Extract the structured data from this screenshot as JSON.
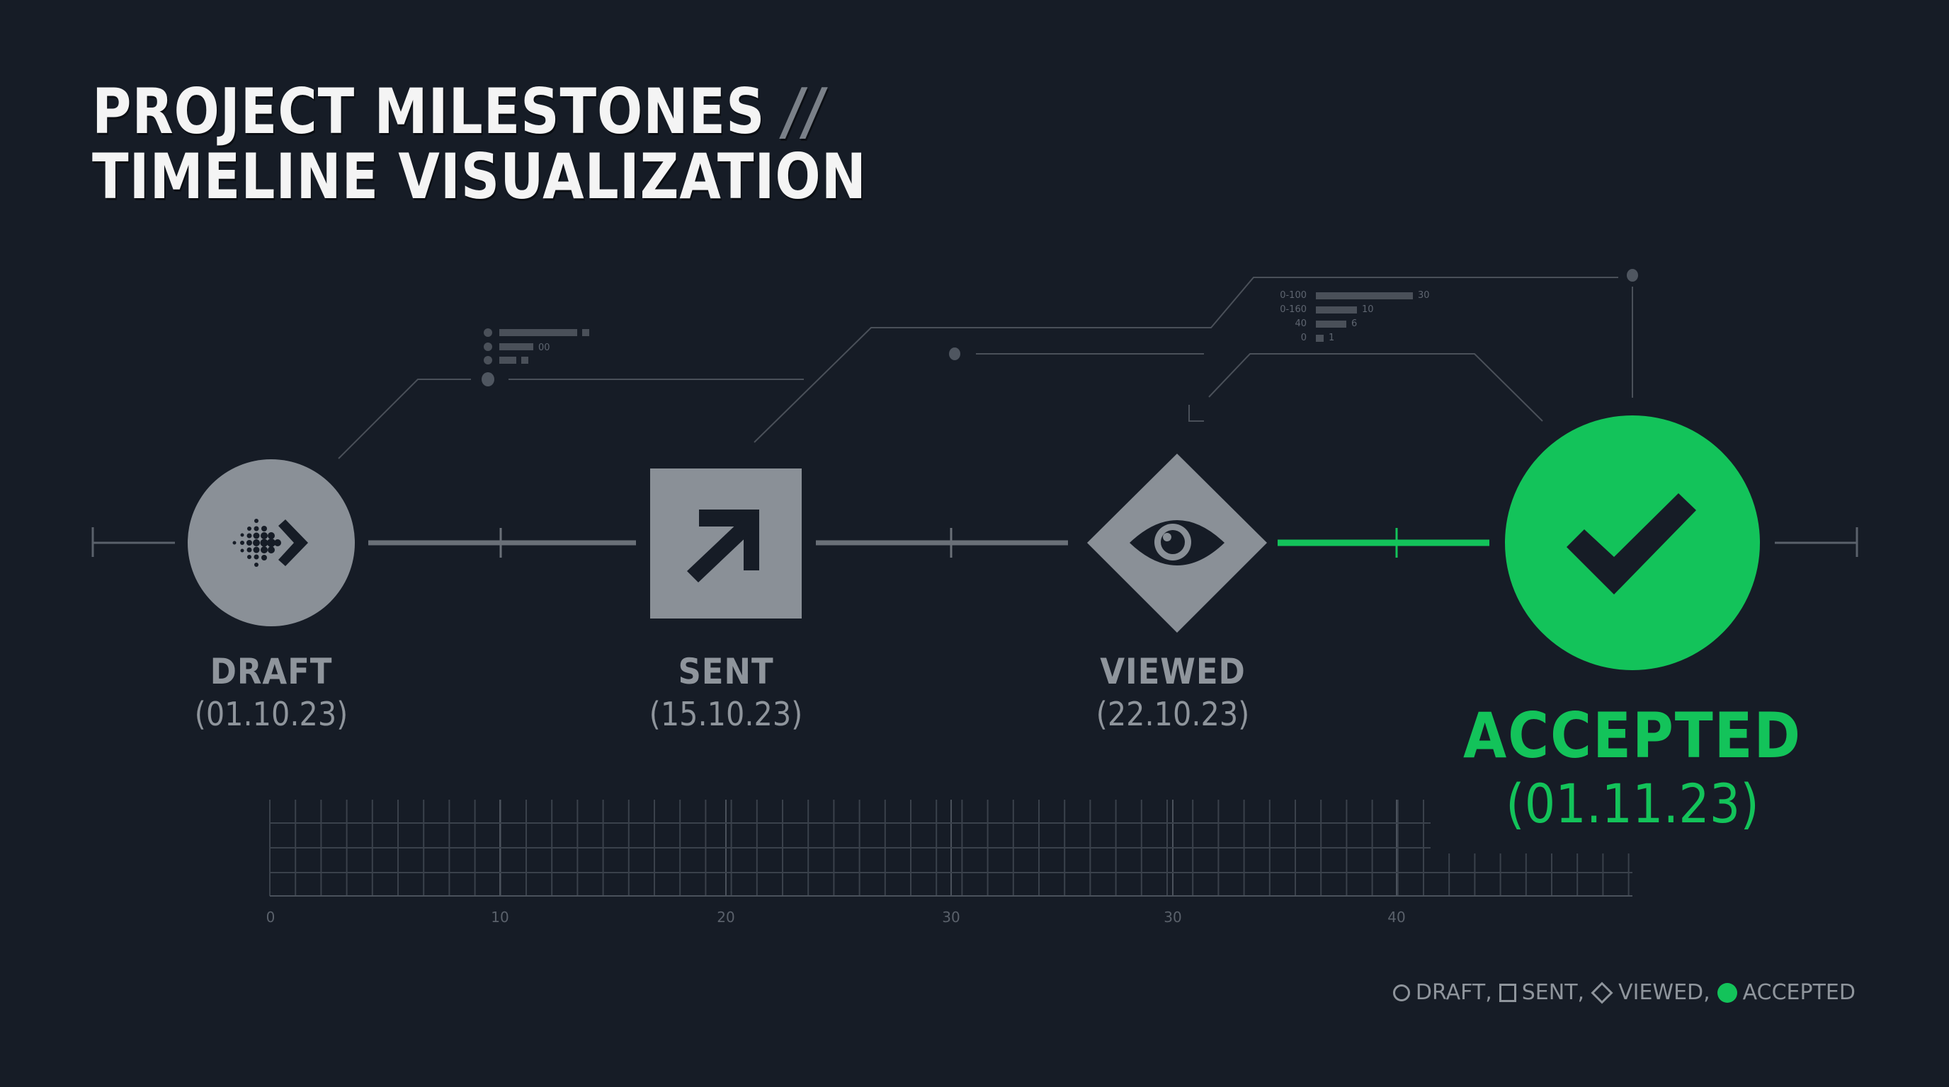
{
  "title": {
    "line1": "PROJECT MILESTONES",
    "separator": "//",
    "line2": "TIMELINE VISUALIZATION"
  },
  "colors": {
    "background": "#161c26",
    "node_inactive": "#8a9097",
    "accent_green": "#13c35a",
    "line": "#4a5059",
    "icon_dark": "#161c26"
  },
  "milestones": [
    {
      "name": "DRAFT",
      "date": "(01.10.23)",
      "shape": "circle",
      "icon": "dotted-arrow-right-icon",
      "status": "completed"
    },
    {
      "name": "SENT",
      "date": "(15.10.23)",
      "shape": "square",
      "icon": "arrow-up-right-icon",
      "status": "completed"
    },
    {
      "name": "VIEWED",
      "date": "(22.10.23)",
      "shape": "diamond",
      "icon": "eye-icon",
      "status": "completed"
    },
    {
      "name": "ACCEPTED",
      "date": "(01.11.23)",
      "shape": "circle",
      "icon": "checkmark-icon",
      "status": "current"
    }
  ],
  "axis": {
    "labels": [
      "0",
      "10",
      "20",
      "30",
      "30",
      "40"
    ]
  },
  "mini_chart_left": {
    "rows": [
      {
        "value_label": ""
      },
      {
        "value_label": "00"
      },
      {
        "value_label": ""
      }
    ]
  },
  "mini_chart_right": {
    "rows": [
      {
        "label": "0-100",
        "value": "30"
      },
      {
        "label": "0-160",
        "value": "10"
      },
      {
        "label": "40",
        "value": "6"
      },
      {
        "label": "0",
        "value": "1"
      }
    ]
  },
  "legend": [
    {
      "label": "DRAFT,",
      "marker": "circle-outline"
    },
    {
      "label": "SENT,",
      "marker": "square-outline"
    },
    {
      "label": "VIEWED,",
      "marker": "diamond-outline"
    },
    {
      "label": "ACCEPTED",
      "marker": "circle-filled-green"
    }
  ],
  "chart_data": {
    "type": "timeline",
    "title": "PROJECT MILESTONES // TIMELINE VISUALIZATION",
    "x": [
      "01.10.23",
      "15.10.23",
      "22.10.23",
      "01.11.23"
    ],
    "categories": [
      "DRAFT",
      "SENT",
      "VIEWED",
      "ACCEPTED"
    ],
    "current_stage": "ACCEPTED",
    "axis_ticks": [
      "0",
      "10",
      "20",
      "30",
      "30",
      "40"
    ],
    "legend": [
      "DRAFT",
      "SENT",
      "VIEWED",
      "ACCEPTED"
    ],
    "inset_bar_chart": {
      "type": "bar",
      "categories": [
        "0-100",
        "0-160",
        "40",
        "0"
      ],
      "values": [
        30,
        10,
        6,
        1
      ]
    }
  }
}
